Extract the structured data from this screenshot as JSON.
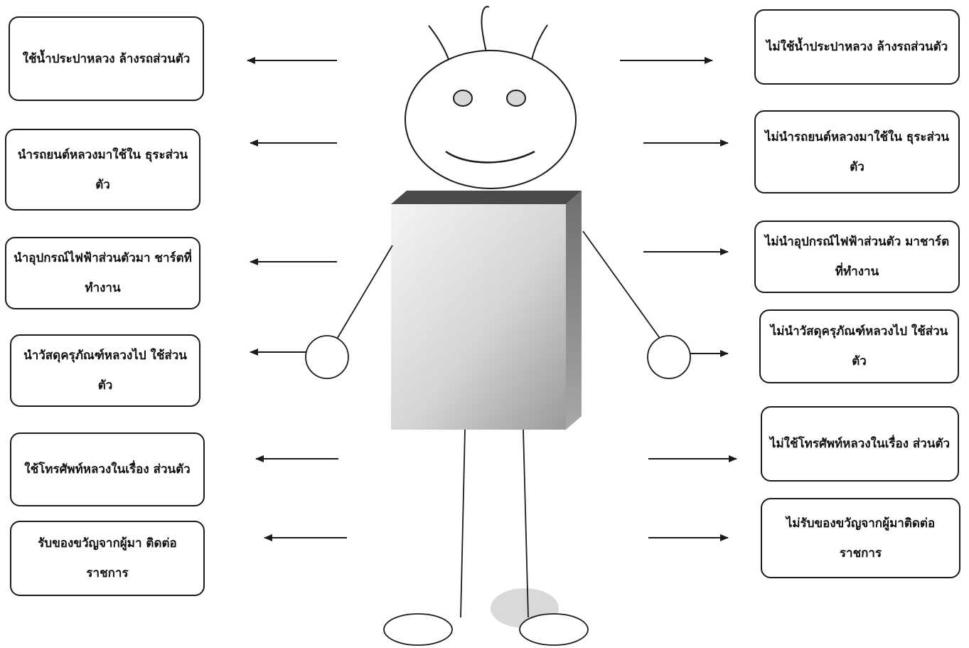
{
  "left_boxes": [
    {
      "text": "ใช้น้ำประปาหลวง ล้างรถส่วนตัว"
    },
    {
      "text": "นำรถยนต์หลวงมาใช้ใน ธุระส่วนตัว"
    },
    {
      "text": "นำอุปกรณ์ไฟฟ้าส่วนตัวมา ชาร์ตที่ทำงาน"
    },
    {
      "text": "นำวัสดุครุภัณฑ์หลวงไป ใช้ส่วนตัว"
    },
    {
      "text": "ใช้โทรศัพท์หลวงในเรื่อง ส่วนตัว"
    },
    {
      "text": "รับของขวัญจากผู้มา ติดต่อราชการ"
    }
  ],
  "right_boxes": [
    {
      "text": "ไม่ใช้น้ำประปาหลวง ล้างรถส่วนตัว"
    },
    {
      "text": "ไม่นำรถยนต์หลวงมาใช้ใน ธุระส่วนตัว"
    },
    {
      "text": "ไม่นำอุปกรณ์ไฟฟ้าส่วนตัว มาชาร์ตที่ทำงาน"
    },
    {
      "text": "ไม่นำวัสดุครุภัณฑ์หลวงไป ใช้ส่วนตัว"
    },
    {
      "text": "ไม่ใช้โทรศัพท์หลวงในเรื่อง ส่วนตัว"
    },
    {
      "text": "ไม่รับของขวัญจากผู้มาติดต่อ ราชการ"
    }
  ],
  "colors": {
    "stroke": "#1a1a1a",
    "box_light": "#e6e6e6",
    "box_dark": "#555555",
    "box_side": "#8c8c8c"
  }
}
